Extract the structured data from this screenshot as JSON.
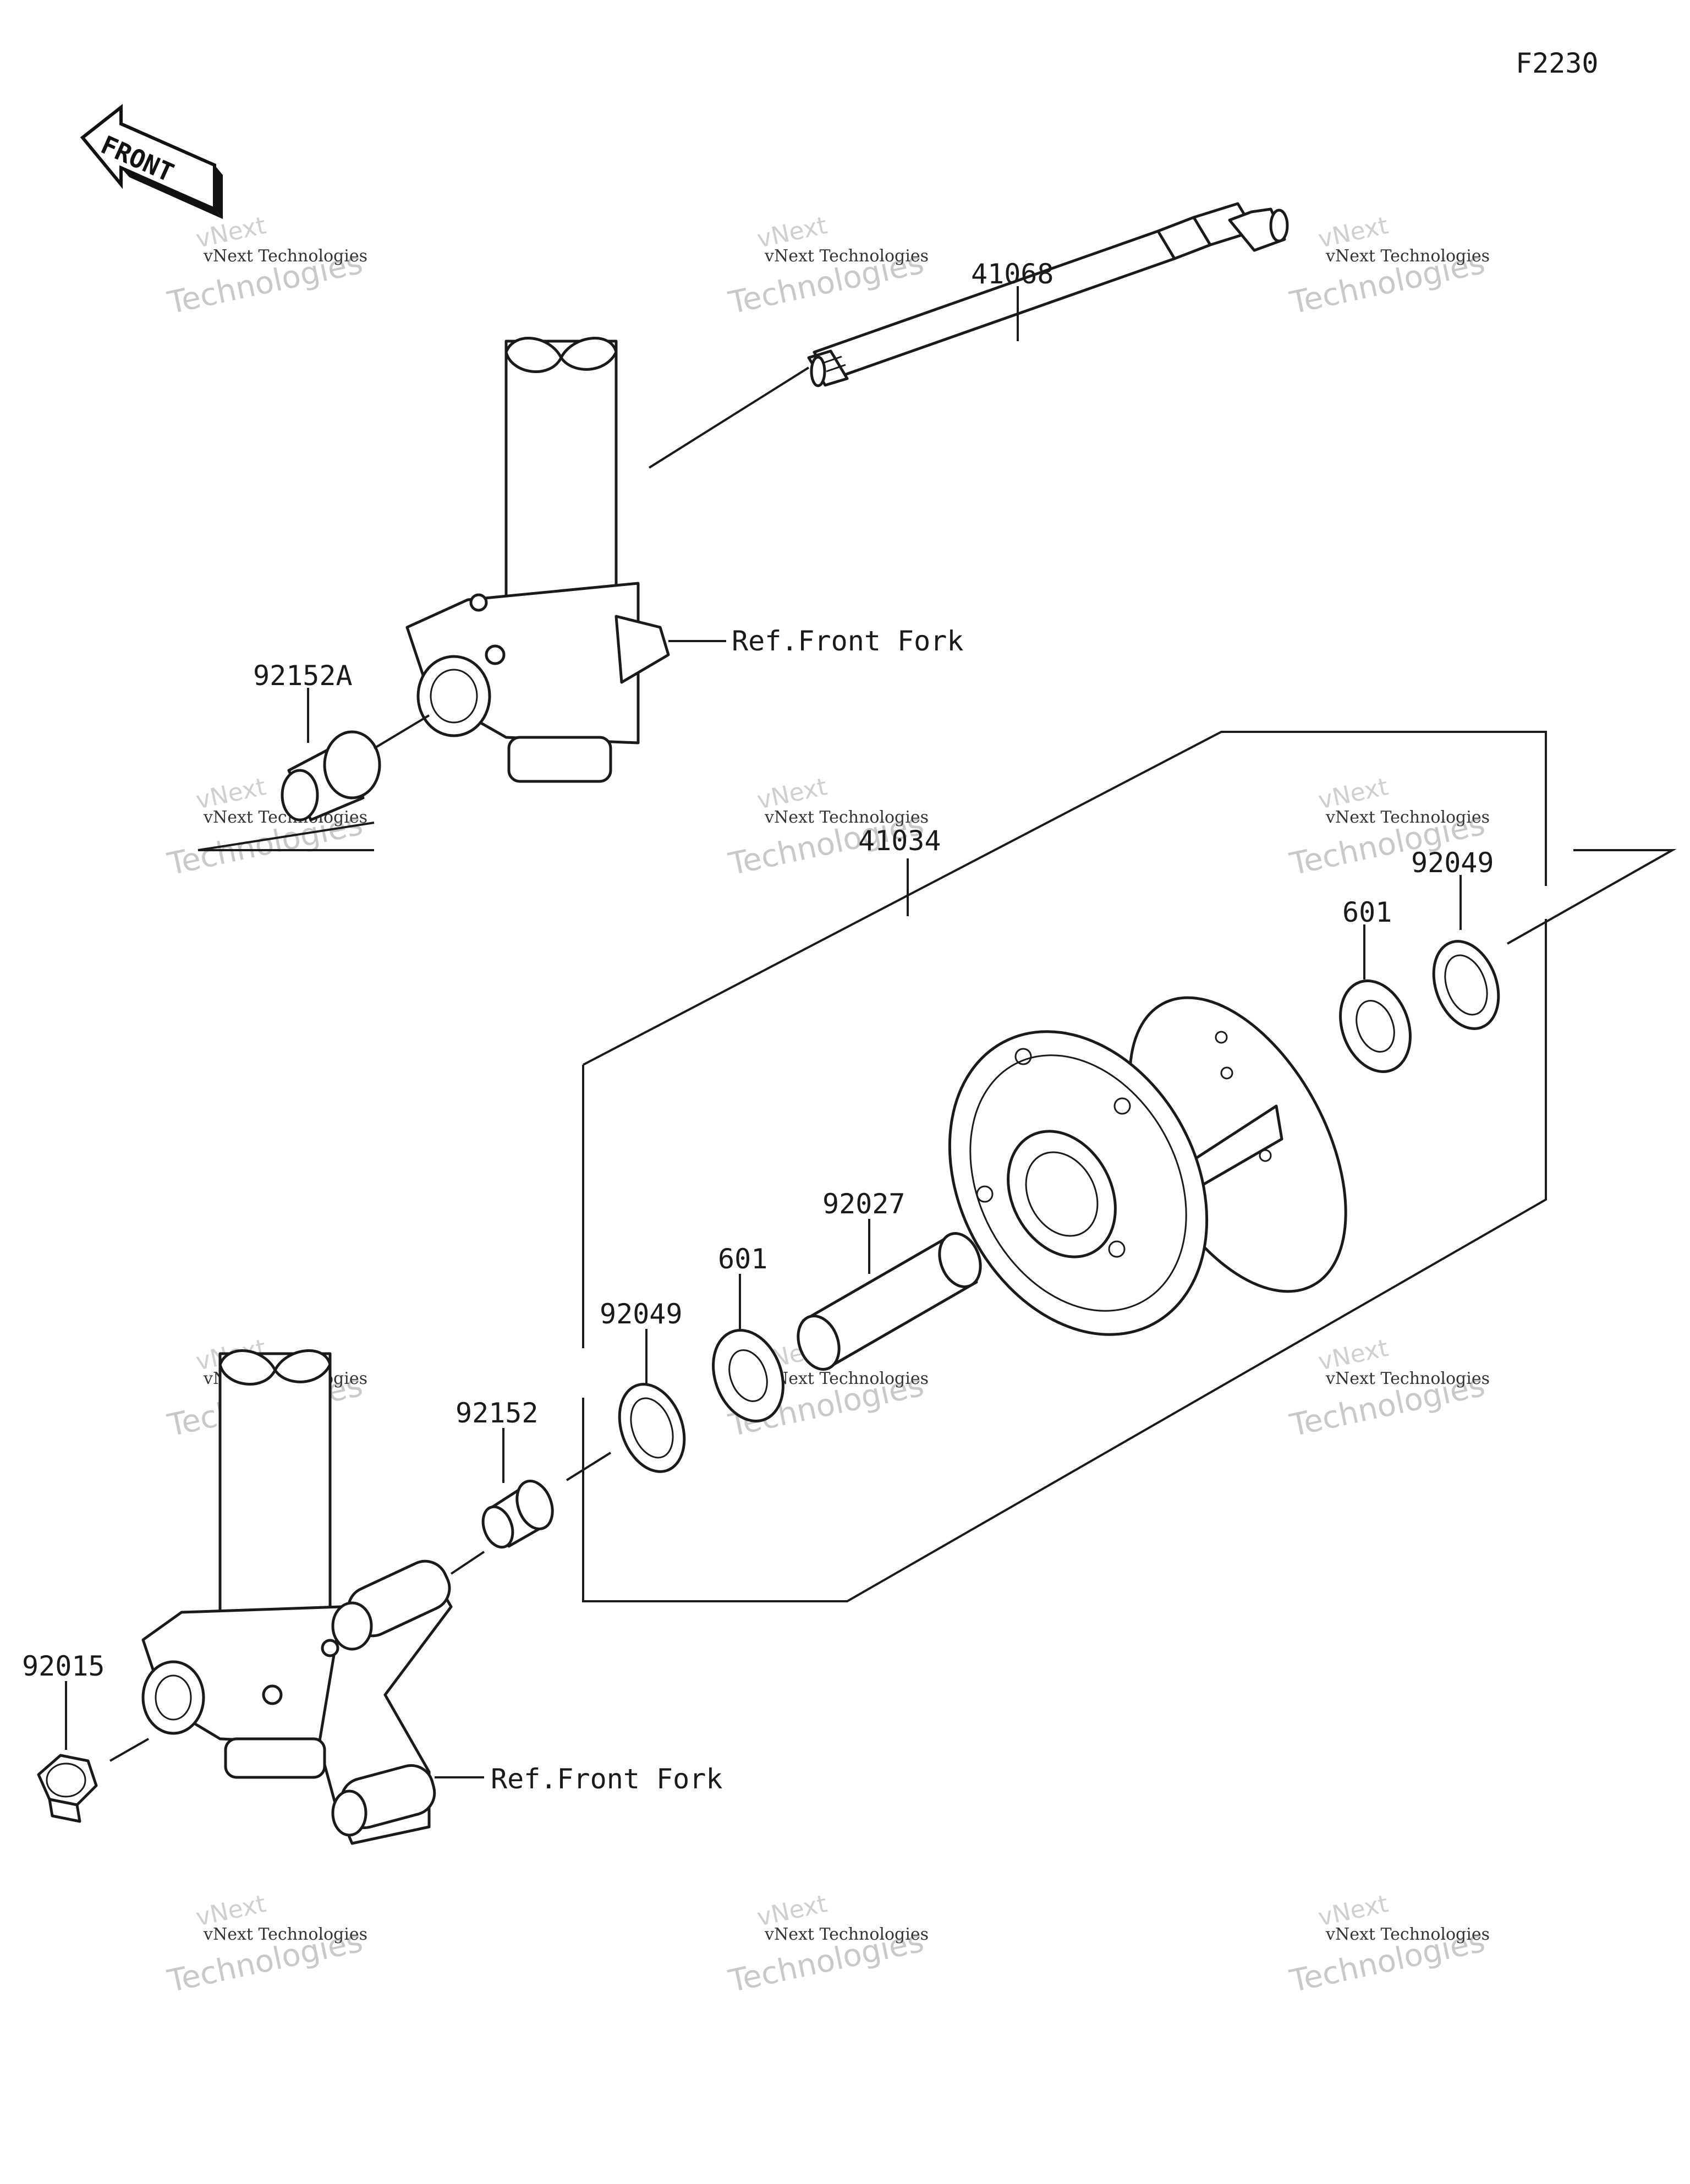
{
  "figure_code": "F2230",
  "front_arrow": {
    "label": "FRONT",
    "icon": "front-arrow-icon"
  },
  "callouts": {
    "axle": "41068",
    "collar_a": "92152A",
    "ref_front_fork_upper": "Ref.Front Fork",
    "hub_assembly": "41034",
    "seal_right": "92049",
    "bearing_right": "601",
    "spacer": "92027",
    "bearing_left": "601",
    "seal_left": "92049",
    "collar": "92152",
    "nut": "92015",
    "ref_front_fork_lower": "Ref.Front Fork"
  },
  "watermark": {
    "line1": "vNext Technologies",
    "line2": "Technologies",
    "line0": "vNext"
  }
}
